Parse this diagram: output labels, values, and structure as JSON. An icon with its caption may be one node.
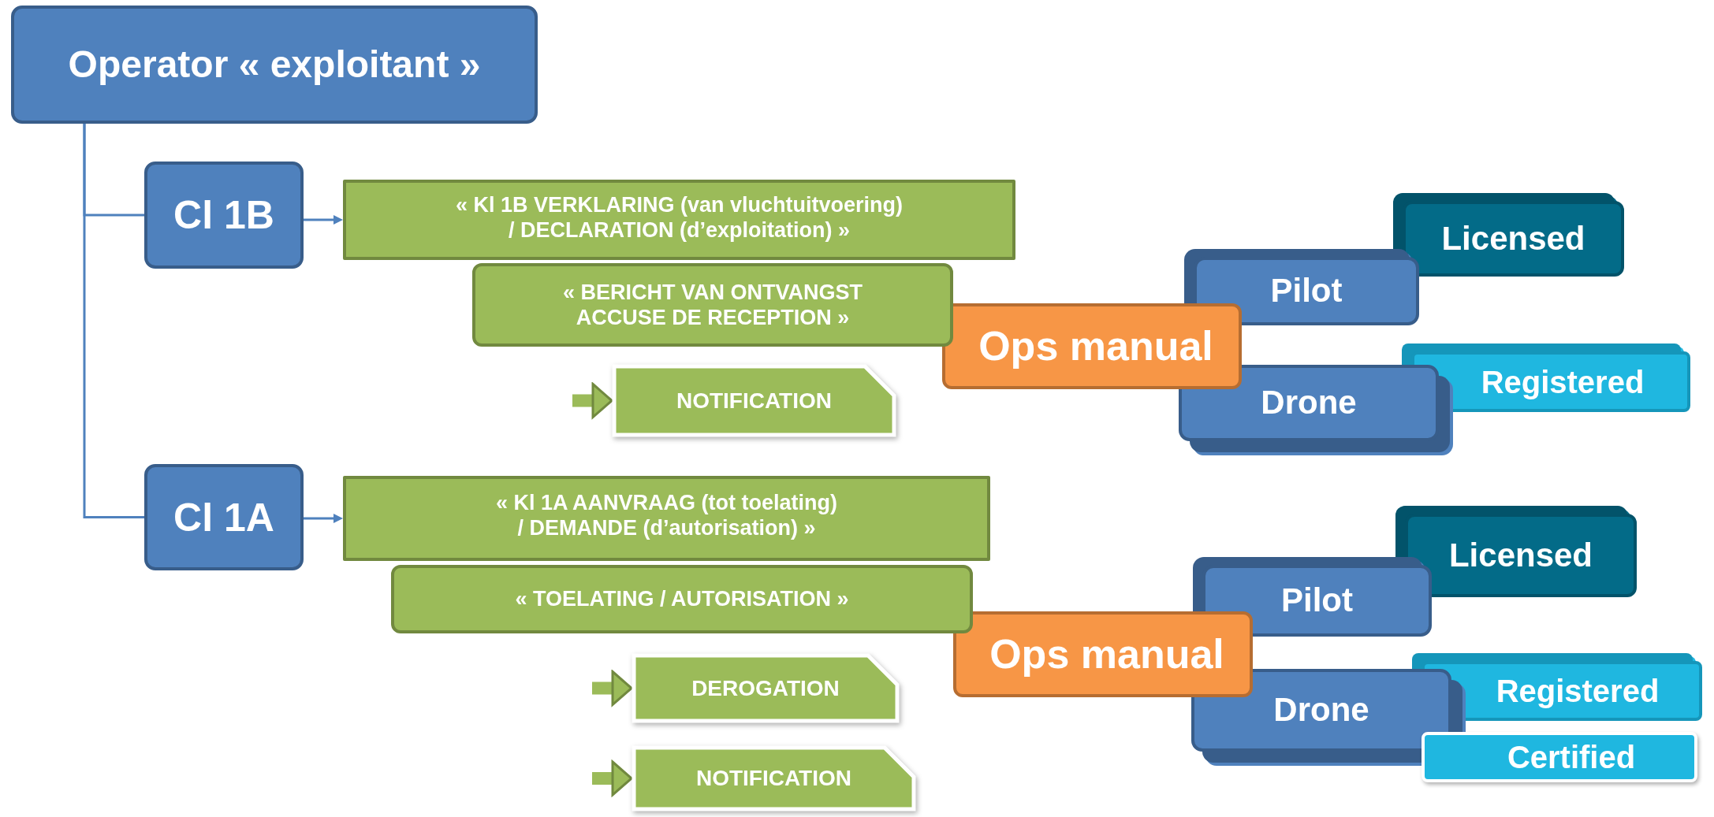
{
  "diagram": {
    "nodes": [
      {
        "text": [
          "Operator « exploitant »"
        ]
      },
      {
        "text": [
          "Cl 1B"
        ]
      },
      {
        "text": [
          "« Kl 1B VERKLARING (van vluchtuitvoering) / DECLARATION (d’exploitation) »"
        ]
      },
      {
        "text": [
          "« BERICHT VAN ONTVANGST ACCUSE DE RECEPTION »"
        ]
      },
      {
        "text": [
          "NOTIFICATION"
        ]
      },
      {
        "text": [
          "Ops manual"
        ]
      },
      {
        "text": [
          "Pilot"
        ]
      },
      {
        "text": [
          "Licensed"
        ]
      },
      {
        "text": [
          "Drone"
        ]
      },
      {
        "text": [
          "Registered"
        ]
      },
      {
        "text": [
          "Cl 1A"
        ]
      },
      {
        "text": [
          "« Kl 1A AANVRAAG (tot toelating) / DEMANDE (d’autorisation) »"
        ]
      },
      {
        "text": [
          "« TOELATING / AUTORISATION »"
        ]
      },
      {
        "text": [
          "DEROGATION"
        ]
      },
      {
        "text": [
          "NOTIFICATION"
        ]
      },
      {
        "text": [
          "Ops manual"
        ]
      },
      {
        "text": [
          "Pilot"
        ]
      },
      {
        "text": [
          "Licensed"
        ]
      },
      {
        "text": [
          "Drone"
        ]
      },
      {
        "text": [
          "Registered"
        ]
      },
      {
        "text": [
          "Certified"
        ]
      }
    ],
    "edges": [
      {
        "from": 0,
        "to": 1,
        "arrow": "none"
      },
      {
        "from": 0,
        "to": 10,
        "arrow": "none"
      },
      {
        "from": 1,
        "to": 2,
        "arrow": "to"
      },
      {
        "from": 10,
        "to": 11,
        "arrow": "to"
      },
      {
        "from": null,
        "to": 4,
        "arrow": "to",
        "style": "thick",
        "color": "#9bbb59"
      },
      {
        "from": null,
        "to": 13,
        "arrow": "to",
        "style": "thick",
        "color": "#9bbb59"
      },
      {
        "from": null,
        "to": 14,
        "arrow": "to",
        "style": "thick",
        "color": "#9bbb59"
      }
    ]
  }
}
